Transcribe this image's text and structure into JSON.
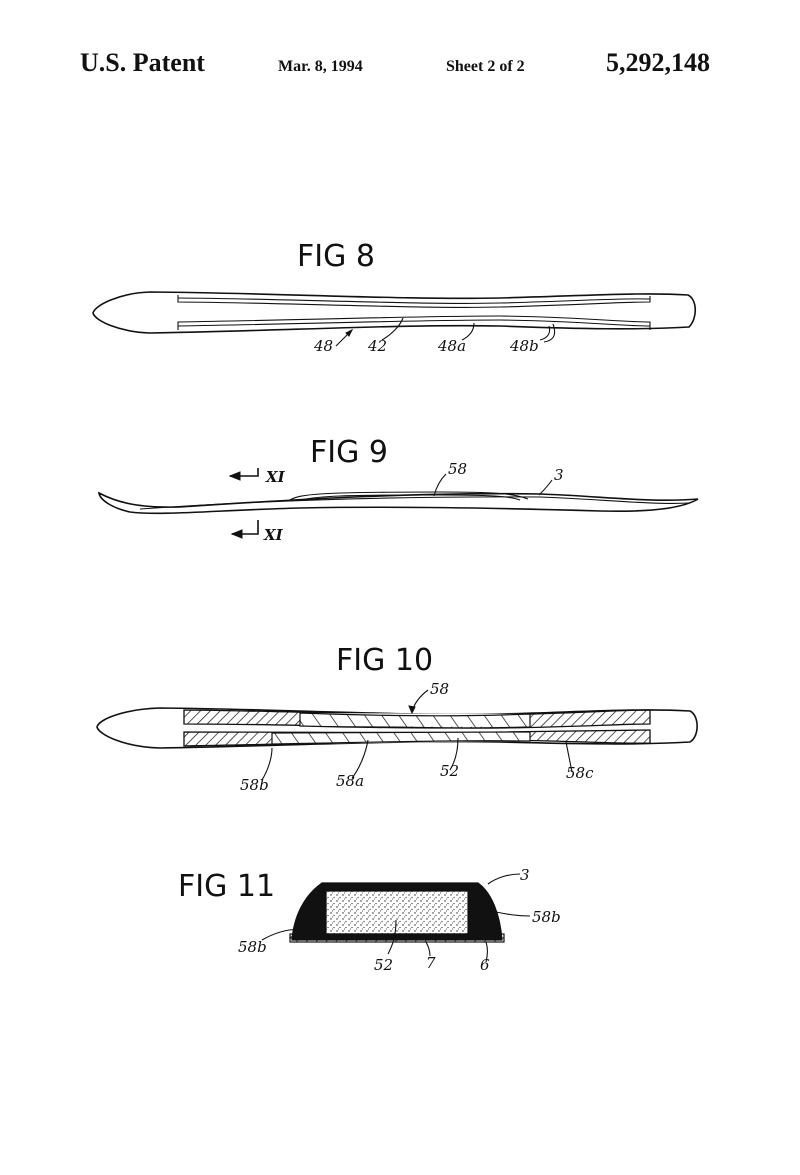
{
  "header": {
    "left": "U.S. Patent",
    "date": "Mar. 8, 1994",
    "sheet": "Sheet 2 of 2",
    "number": "5,292,148"
  },
  "figures": [
    {
      "id": "fig8",
      "label": "FIG 8",
      "refs": [
        "48",
        "42",
        "48a",
        "48b"
      ]
    },
    {
      "id": "fig9",
      "label": "FIG 9",
      "refs": [
        "58",
        "3"
      ],
      "section_marks": [
        "XI",
        "XI"
      ]
    },
    {
      "id": "fig10",
      "label": "FIG 10",
      "refs": [
        "58",
        "58b",
        "58a",
        "52",
        "58c"
      ]
    },
    {
      "id": "fig11",
      "label": "FIG 11",
      "refs": [
        "3",
        "58b",
        "58b",
        "52",
        "7",
        "6"
      ]
    }
  ]
}
